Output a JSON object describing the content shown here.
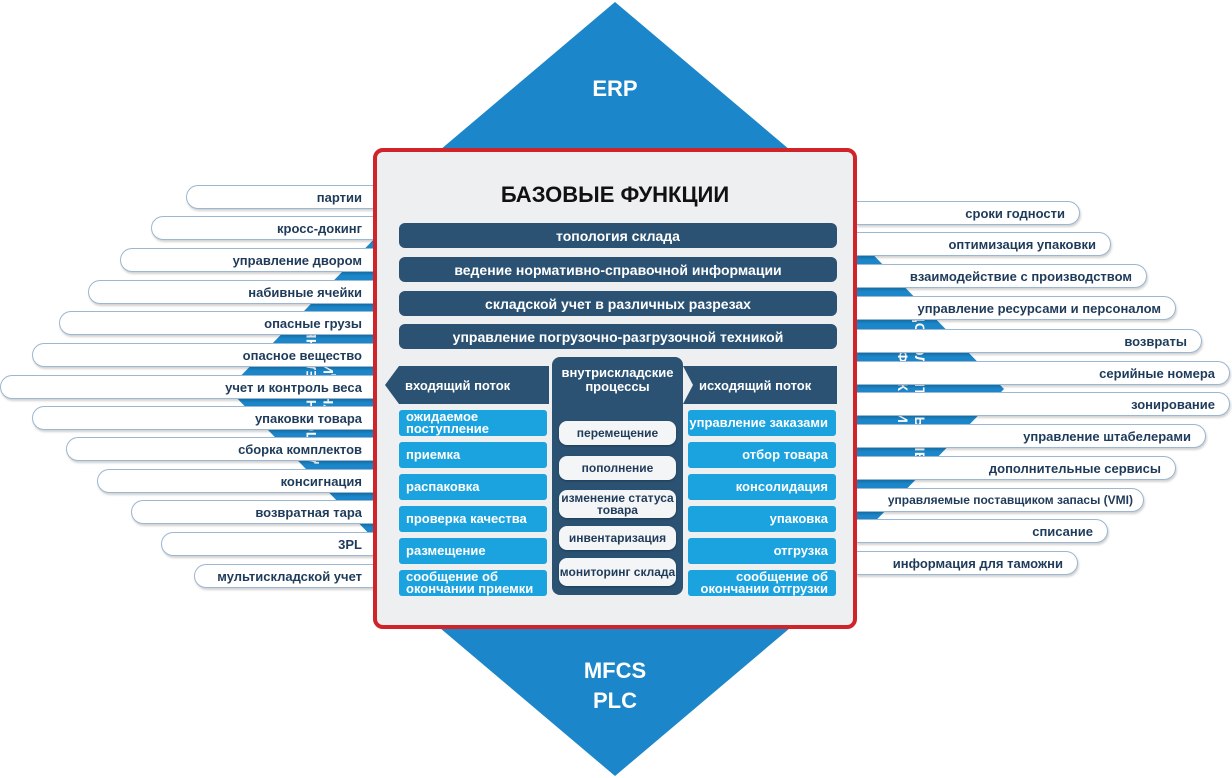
{
  "center": {
    "title": "БАЗОВЫЕ ФУНКЦИИ",
    "bars": [
      "топология склада",
      "ведение нормативно-справочной информации",
      "складской учет в различных разрезах",
      "управление погрузочно-разгрузочной техникой"
    ],
    "inbound": {
      "header": "входящий поток",
      "steps": [
        "ожидаемое поступление",
        "приемка",
        "распаковка",
        "проверка качества",
        "размещение",
        "сообщение об окончании приемки"
      ]
    },
    "internal": {
      "header": "внутрискладские процессы",
      "steps": [
        "перемещение",
        "пополнение",
        "изменение статуса товара",
        "инвентаризация",
        "мониторинг склада"
      ]
    },
    "outbound": {
      "header": "исходящий поток",
      "steps": [
        "управление заказами",
        "отбор товара",
        "консолидация",
        "упаковка",
        "отгрузка",
        "сообщение об окончании отгрузки"
      ]
    }
  },
  "top_label": "ERP",
  "bottom_label_1": "MFCS",
  "bottom_label_2": "PLC",
  "left_side_label": "ДОПОЛНИТЕЛЬНЫЕ ФУНКЦИИ",
  "right_side_label": "ДОПОЛНИТЕЛЬНЫЕ ФУНКЦИИ",
  "left_items": [
    "партии",
    "кросс-докинг",
    "управление двором",
    "набивные ячейки",
    "опасные грузы",
    "опасное вещество",
    "учет и контроль веса",
    "упаковки товара",
    "сборка комплектов",
    "консигнация",
    "возвратная тара",
    "3PL",
    "мультискладской учет"
  ],
  "right_items": [
    "сроки годности",
    "оптимизация упаковки",
    "взаимодействие с производством",
    "управление ресурсами и персоналом",
    "возвраты",
    "серийные номера",
    "зонирование",
    "управление штабелерами",
    "дополнительные сервисы",
    "управляемые поставщиком запасы (VMI)",
    "списание",
    "информация для таможни"
  ],
  "colors": {
    "diamond": "#1b86c9",
    "dark": "#2b5273",
    "light": "#1ba3df",
    "frame": "#d1232a"
  }
}
